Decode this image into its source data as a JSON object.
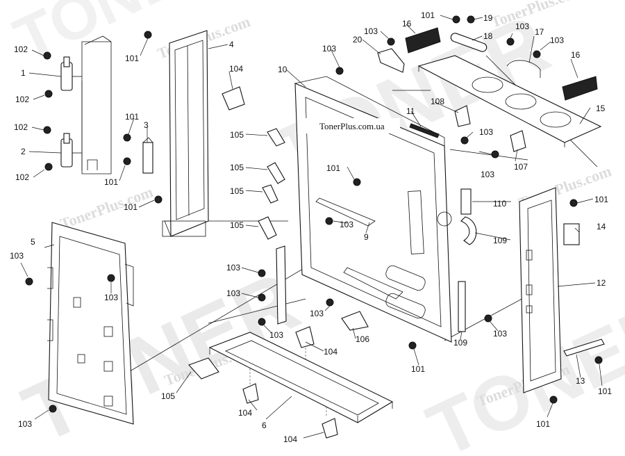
{
  "watermark": {
    "brand_large": "TONER",
    "brand_small": "TonerPlus.com",
    "site_label": "TonerPlus.com.ua"
  },
  "callouts": {
    "p1": "1",
    "p2": "2",
    "p3": "3",
    "p4": "4",
    "p5": "5",
    "p6": "6",
    "p9": "9",
    "p10": "10",
    "p11": "11",
    "p12": "12",
    "p13": "13",
    "p14": "14",
    "p15": "15",
    "p16": "16",
    "p17": "17",
    "p18": "18",
    "p19": "19",
    "p20": "20",
    "p101": "101",
    "p102": "102",
    "p103": "103",
    "p104": "104",
    "p105": "105",
    "p106": "106",
    "p107": "107",
    "p108": "108",
    "p109": "109",
    "p110": "110"
  },
  "colors": {
    "line": "#111111",
    "watermark": "#d9d9d9",
    "background": "#ffffff"
  }
}
